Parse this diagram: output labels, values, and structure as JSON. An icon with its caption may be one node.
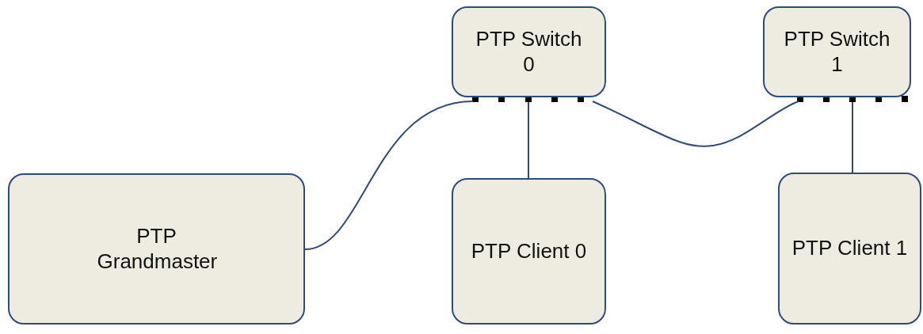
{
  "diagram": {
    "nodes": [
      {
        "text": [
          "PTP Switch 0"
        ]
      },
      {
        "text": [
          "PTP Switch 1"
        ]
      },
      {
        "text": [
          "PTP Grandmaster"
        ]
      },
      {
        "text": [
          "PTP Client 0"
        ]
      },
      {
        "text": [
          "PTP Client 1"
        ]
      }
    ],
    "edges": [
      {
        "from": 2,
        "to": 0,
        "arrow": "none"
      },
      {
        "from": 3,
        "to": 0,
        "arrow": "none"
      },
      {
        "from": 0,
        "to": 1,
        "arrow": "none"
      },
      {
        "from": 4,
        "to": 1,
        "arrow": "none"
      }
    ]
  }
}
